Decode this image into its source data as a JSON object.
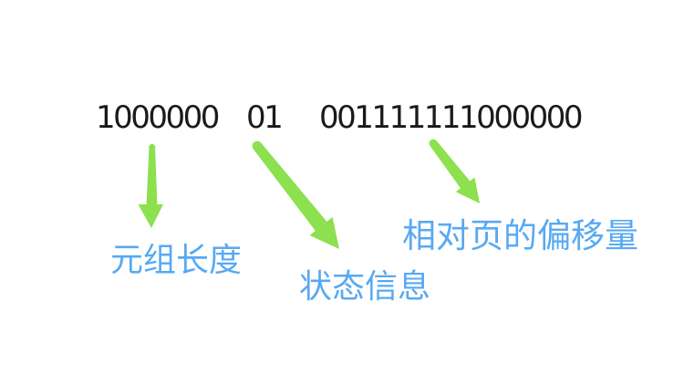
{
  "colors": {
    "arrow_green": "#8DE04E",
    "label_blue": "#58A9F2",
    "binary_text": "#1A1A1A",
    "background": "#FFFFFF"
  },
  "diagram": {
    "description_visible_text_only": "annotated binary tuple header diagram",
    "binary_fields": [
      {
        "bits": "1000000",
        "label": "元组长度"
      },
      {
        "bits": "01",
        "label": "状态信息"
      },
      {
        "bits": "001111111000000",
        "label": "相对页的偏移量"
      }
    ],
    "arrows": [
      {
        "name": "down-arrow",
        "from_field": "1000000",
        "to_label": "元组长度"
      },
      {
        "name": "down-right-arrow",
        "from_field": "01",
        "to_label": "状态信息"
      },
      {
        "name": "down-right-arrow",
        "from_field": "001111111000000",
        "to_label": "相对页的偏移量"
      }
    ]
  }
}
